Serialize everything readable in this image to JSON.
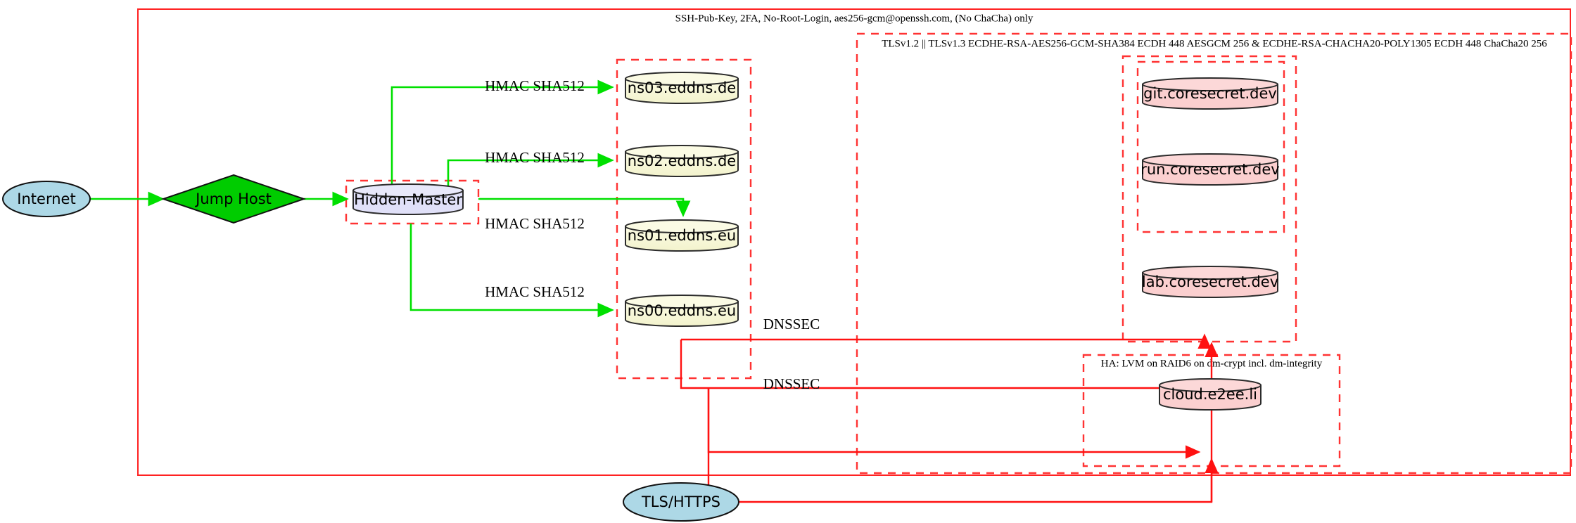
{
  "diagram": {
    "title_note": "SSH-Pub-Key, 2FA, No-Root-Login, aes256-gcm@openssh.com, (No ChaCha) only",
    "colors": {
      "frame_red": "#ff2222",
      "dashed_red": "#ff3333",
      "edge_green": "#00e000",
      "edge_red": "#ff1111",
      "internet_fill": "#add8e6",
      "jump_host_fill": "#00cc00",
      "hidden_master_fill": "#e0e0f8",
      "nameserver_fill": "#f8f8d8",
      "service_fill": "#fbcfcf",
      "tls_fill": "#add8e6"
    },
    "clusters": {
      "ssh_boundary": {
        "label": "SSH-Pub-Key, 2FA, No-Root-Login, aes256-gcm@openssh.com, (No ChaCha) only"
      },
      "tls_boundary": {
        "label": "TLSv1.2 || TLSv1.3 ECDHE-RSA-AES256-GCM-SHA384 ECDH 448 AESGCM 256 & ECDHE-RSA-CHACHA20-POLY1305 ECDH 448 ChaCha20 256"
      },
      "ha_boundary": {
        "label": "HA: LVM on RAID6 on dm-crypt incl. dm-integrity"
      },
      "hidden_master_box": {
        "label": ""
      },
      "nameserver_box": {
        "label": ""
      },
      "coresecret_box": {
        "label": ""
      },
      "coresecret_inner_box": {
        "label": ""
      }
    },
    "nodes": {
      "internet": {
        "label": "Internet",
        "shape": "ellipse"
      },
      "jump_host": {
        "label": "Jump Host",
        "shape": "diamond"
      },
      "hidden_master": {
        "label": "Hidden-Master",
        "shape": "cylinder"
      },
      "ns03": {
        "label": "ns03.eddns.de",
        "shape": "cylinder"
      },
      "ns02": {
        "label": "ns02.eddns.de",
        "shape": "cylinder"
      },
      "ns01": {
        "label": "ns01.eddns.eu",
        "shape": "cylinder"
      },
      "ns00": {
        "label": "ns00.eddns.eu",
        "shape": "cylinder"
      },
      "git": {
        "label": "git.coresecret.dev",
        "shape": "cylinder"
      },
      "run": {
        "label": "run.coresecret.dev",
        "shape": "cylinder"
      },
      "lab": {
        "label": "lab.coresecret.dev",
        "shape": "cylinder"
      },
      "cloud": {
        "label": "cloud.e2ee.li",
        "shape": "cylinder"
      },
      "tls_https": {
        "label": "TLS/HTTPS",
        "shape": "ellipse"
      }
    },
    "edges": {
      "hmac_ns03": "HMAC SHA512",
      "hmac_ns02": "HMAC SHA512",
      "hmac_ns01": "HMAC SHA512",
      "hmac_ns00": "HMAC SHA512",
      "dnssec_upper": "DNSSEC",
      "dnssec_lower": "DNSSEC"
    }
  }
}
